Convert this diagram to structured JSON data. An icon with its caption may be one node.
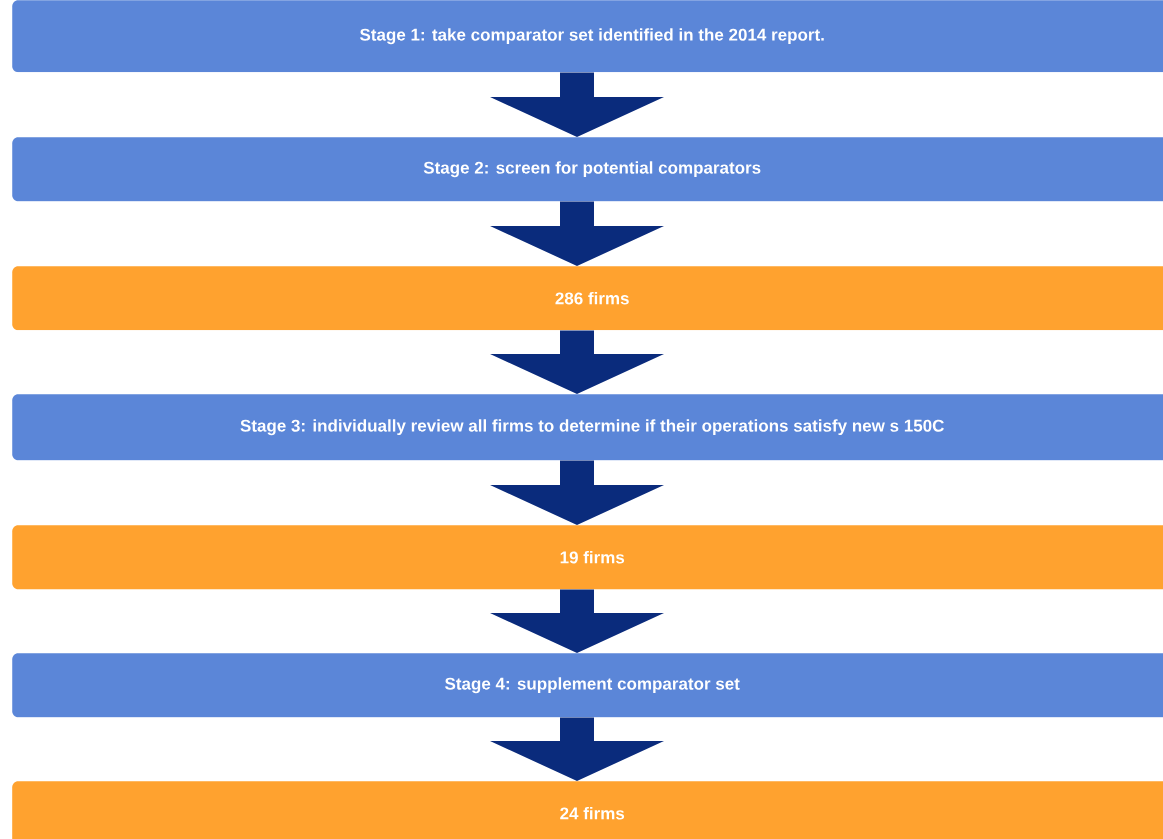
{
  "diagram": {
    "nodes": [
      {
        "text": [
          "Stage 1: take comparator set identified in the 2014 report."
        ]
      },
      {
        "text": [
          "Stage 2: screen for potential comparators"
        ]
      },
      {
        "text": [
          "286 firms"
        ]
      },
      {
        "text": [
          "Stage 3: individually review all firms to determine if their operations satisfy new s 150C"
        ]
      },
      {
        "text": [
          "19 firms"
        ]
      },
      {
        "text": [
          "Stage 4: supplement comparator set"
        ]
      },
      {
        "text": [
          "24 firms"
        ]
      }
    ],
    "edges": [
      {
        "from": 0,
        "to": 1,
        "arrow": "to"
      },
      {
        "from": 1,
        "to": 2,
        "arrow": "to"
      },
      {
        "from": 2,
        "to": 3,
        "arrow": "to"
      },
      {
        "from": 3,
        "to": 4,
        "arrow": "to"
      },
      {
        "from": 4,
        "to": 5,
        "arrow": "to"
      },
      {
        "from": 5,
        "to": 6,
        "arrow": "to"
      }
    ]
  }
}
